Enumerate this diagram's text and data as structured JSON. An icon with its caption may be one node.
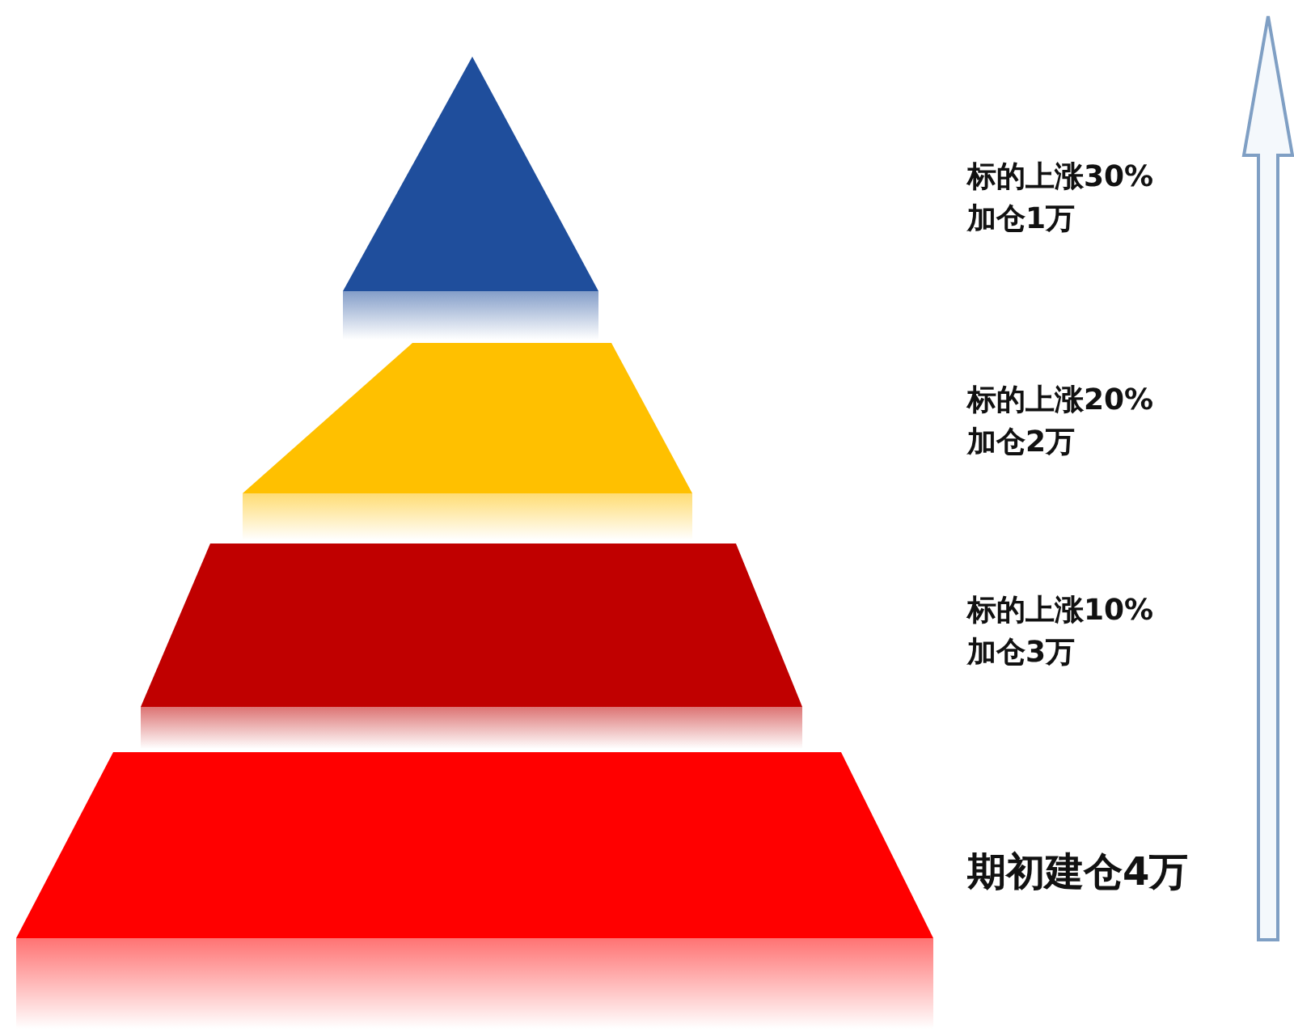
{
  "diagram": {
    "nodes": [
      {
        "text": [],
        "shape": "triangle",
        "beside": [
          "标的上涨30%",
          "加仓1万"
        ]
      },
      {
        "text": [],
        "shape": "trapezoid",
        "beside": [
          "标的上涨20%",
          "加仓2万"
        ]
      },
      {
        "text": [],
        "shape": "trapezoid",
        "beside": [
          "标的上涨10%",
          "加仓3万"
        ]
      },
      {
        "text": [],
        "shape": "trapezoid",
        "beside": [
          "期初建仓4万"
        ]
      }
    ]
  }
}
